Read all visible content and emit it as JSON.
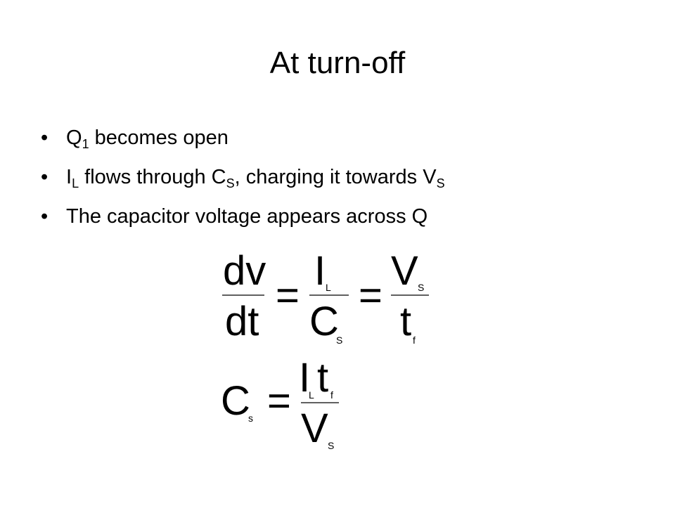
{
  "slide": {
    "title": "At turn-off",
    "bullet_symbol": "•",
    "bullets": [
      {
        "main": "Q",
        "sub": "1",
        "after": " becomes open"
      },
      {
        "p1": "I",
        "s1": "L",
        "p2": " flows through C",
        "s2": "S",
        "p3": ", charging it towards V",
        "s3": "S"
      },
      {
        "text": "The capacitor voltage  appears across Q"
      }
    ]
  },
  "equation1": {
    "lhs_num": "dv",
    "lhs_den": "dt",
    "equals_1": "=",
    "mid_num": "I",
    "mid_num_sub": "L",
    "mid_den": "C",
    "mid_den_sub": "S",
    "equals_2": "=",
    "rhs_num": "V",
    "rhs_num_sub": "S",
    "rhs_den": "t",
    "rhs_den_sub": "f"
  },
  "equation2": {
    "lhs": "C",
    "lhs_sub": "s",
    "equals": "=",
    "num_1": "I",
    "num_1_sub": "L",
    "num_2": "t",
    "num_2_sub": "f",
    "den": "V",
    "den_sub": "S"
  }
}
